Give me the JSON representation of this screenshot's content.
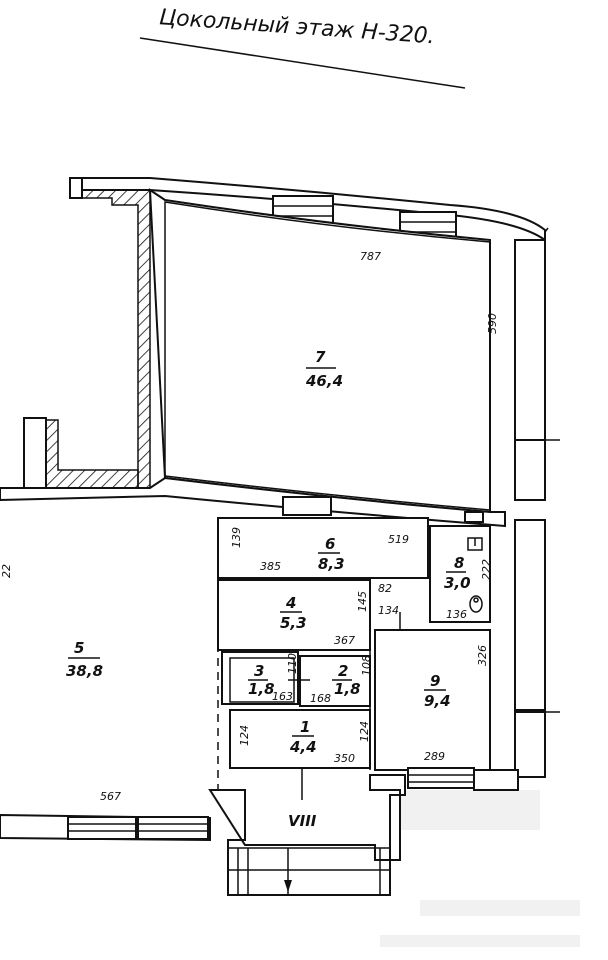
{
  "title": "Цокольный этаж Н-320.",
  "rooms": [
    {
      "num": "1",
      "area": "4,4"
    },
    {
      "num": "2",
      "area": "1,8"
    },
    {
      "num": "3",
      "area": "1,8"
    },
    {
      "num": "4",
      "area": "5,3"
    },
    {
      "num": "5",
      "area": "38,8"
    },
    {
      "num": "6",
      "area": "8,3"
    },
    {
      "num": "7",
      "area": "46,4"
    },
    {
      "num": "8",
      "area": "3,0"
    },
    {
      "num": "9",
      "area": "9,4"
    }
  ],
  "dims": {
    "r7_width": "787",
    "r7_depth": "590",
    "r6_left": "139",
    "r6_length": "385",
    "r6_right": "519",
    "r8_side": "222",
    "r8_bottom": "136",
    "corr": "82",
    "corr2": "134",
    "r4_side": "145",
    "r4_bottom": "367",
    "r3_side": "110",
    "r3_bottom": "163",
    "r2_side": "108",
    "r2_bottom": "168",
    "r1_left": "124",
    "r1_right": "124",
    "r1_bottom": "350",
    "r9_side": "326",
    "r9_bottom": "289",
    "r5_bottom": "567",
    "r5_side": "22"
  },
  "entrance": "VIII"
}
